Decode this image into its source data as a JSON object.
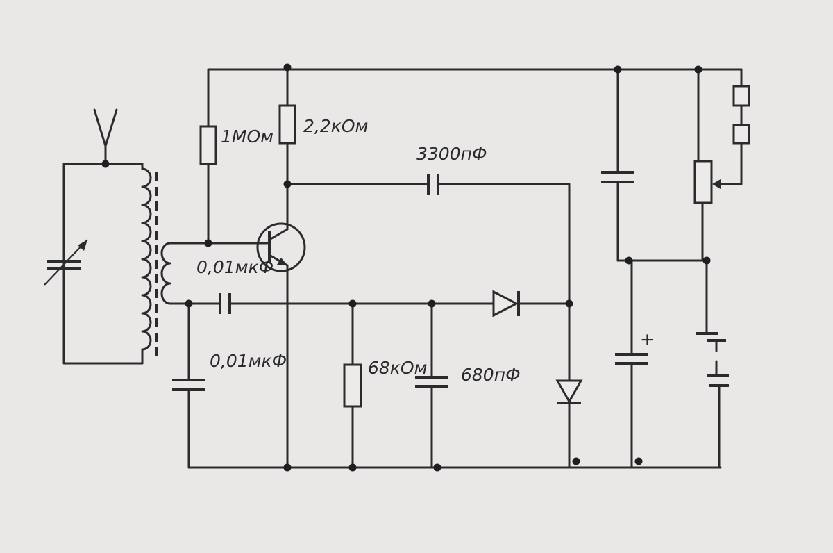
{
  "labels": {
    "r_base": "1МОм",
    "r_collector": "2,2кОм",
    "c_coupling_top": "3300пФ",
    "c_input": "0,01мкФ",
    "c_emitter": "0,01мкФ",
    "r_load": "68кОм",
    "c_filter": "680пФ",
    "battery_polarity": "+"
  }
}
